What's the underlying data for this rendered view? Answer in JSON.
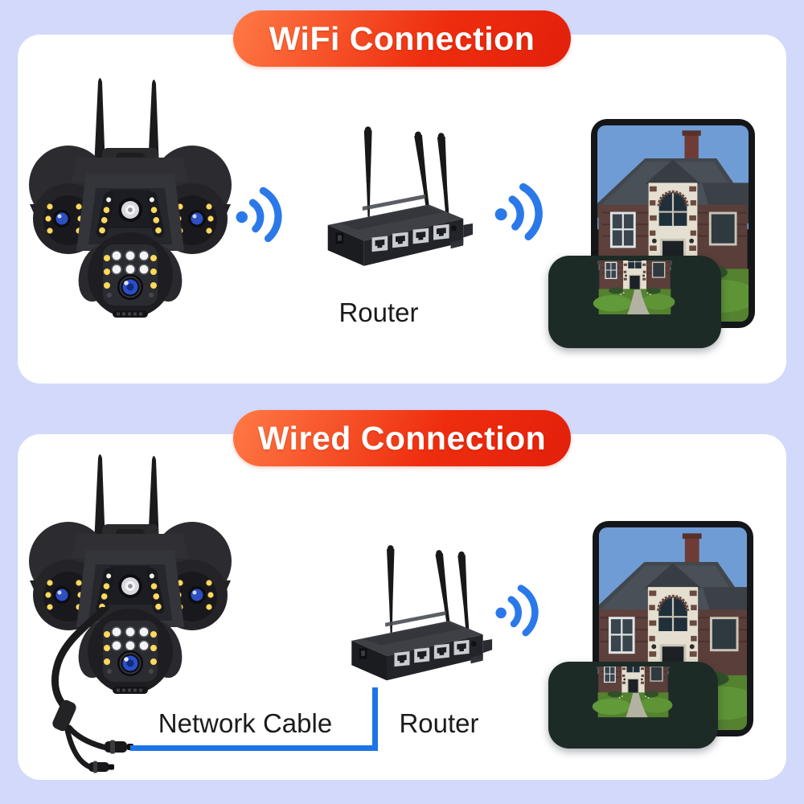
{
  "colors": {
    "page-bg": "#d3d9fa",
    "panel-bg": "#ffffff",
    "banner-grad-a": "#ff7a45",
    "banner-grad-b": "#ee2d0e",
    "banner-text": "#ffffff",
    "wifi-blue": "#2b79e9",
    "cable-blue": "#1d74e8",
    "label-text": "#1b1b1b"
  },
  "sections": [
    {
      "title": "WiFi Connection",
      "router_label": "Router",
      "figures": [
        "security-camera",
        "wifi-signal",
        "router",
        "wifi-signal",
        "tablet-with-house-view",
        "phone-with-house-view"
      ]
    },
    {
      "title": "Wired Connection",
      "router_label": "Router",
      "cable_label": "Network Cable",
      "figures": [
        "security-camera",
        "pigtail-cable",
        "network-cable",
        "router",
        "wifi-signal",
        "tablet-with-house-view",
        "phone-with-house-view"
      ]
    }
  ]
}
